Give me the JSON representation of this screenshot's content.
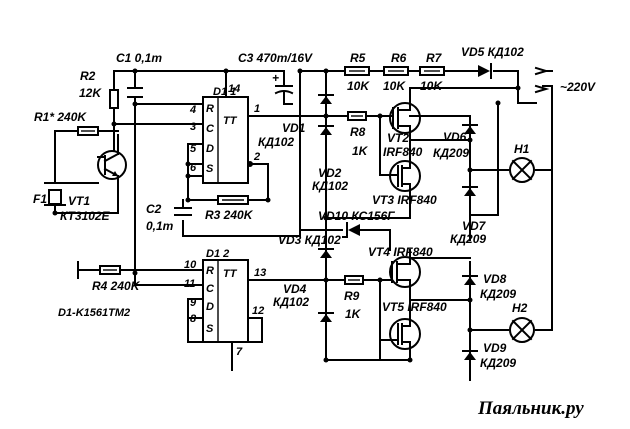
{
  "chips": {
    "d11": {
      "title": "D1 1",
      "tt": "TT",
      "pins": {
        "r": "R",
        "c": "C",
        "d": "D",
        "s": "S"
      },
      "nums": {
        "p4": "4",
        "p3": "3",
        "p5": "5",
        "p6": "6",
        "p14": "14",
        "p1": "1",
        "p2": "2"
      }
    },
    "d12": {
      "title": "D1 2",
      "tt": "TT",
      "pins": {
        "r": "R",
        "c": "C",
        "d": "D",
        "s": "S"
      },
      "nums": {
        "p10": "10",
        "p11": "11",
        "p9": "9",
        "p8": "8",
        "p7": "7",
        "p13": "13",
        "p12": "12"
      }
    },
    "type_note": "D1-K1561TM2"
  },
  "resistors": {
    "r1": "R1* 240K",
    "r2a": "R2",
    "r2b": "12K",
    "r3": "R3 240K",
    "r4": "R4 240K",
    "r5": "R5",
    "r5v": "10K",
    "r6": "R6",
    "r6v": "10K",
    "r7": "R7",
    "r7v": "10K",
    "r8": "R8",
    "r8v": "1K",
    "r9": "R9",
    "r9v": "1K"
  },
  "capacitors": {
    "c1": "C1 0,1m",
    "c2a": "C2",
    "c2b": "0,1m",
    "c3": "C3 470m/16V"
  },
  "diodes": {
    "vd1a": "VD1",
    "vd1b": "КД102",
    "vd2a": "VD2",
    "vd2b": "КД102",
    "vd3": "VD3 КД102",
    "vd4a": "VD4",
    "vd4b": "КД102",
    "vd5": "VD5 КД102",
    "vd6a": "VD6",
    "vd6b": "КД209",
    "vd7a": "VD7",
    "vd7b": "КД209",
    "vd8a": "VD8",
    "vd8b": "КД209",
    "vd9a": "VD9",
    "vd9b": "КД209",
    "vd10": "VD10 КС156Г"
  },
  "transistors": {
    "vt1a": "VT1",
    "vt1b": "КТ3102Е",
    "vt2a": "VT2",
    "vt2b": "IRF840",
    "vt3": "VT3 IRF840",
    "vt4": "VT4 IRF840",
    "vt5": "VT5 IRF840"
  },
  "lamps": {
    "h1": "H1",
    "h2": "H2"
  },
  "sensor": {
    "f1": "F1"
  },
  "supply": {
    "mains": "~220V",
    "plus": "+"
  },
  "watermark": "Паяльник.ру"
}
